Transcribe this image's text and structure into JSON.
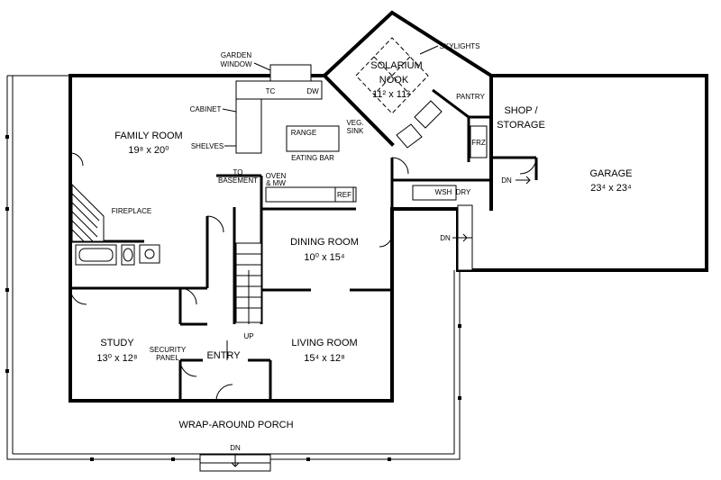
{
  "rooms": {
    "family_room": {
      "name": "FAMILY ROOM",
      "size": "19⁸ x 20⁰"
    },
    "solarium": {
      "name1": "SOLARIUM",
      "name2": "NOOK",
      "size": "11² x 11²"
    },
    "dining": {
      "name": "DINING ROOM",
      "size": "10⁰ x 15⁴"
    },
    "living": {
      "name": "LIVING ROOM",
      "size": "15⁴ x 12⁸"
    },
    "study": {
      "name": "STUDY",
      "size": "13⁰ x 12⁸"
    },
    "entry": {
      "name": "ENTRY"
    },
    "garage": {
      "name": "GARAGE",
      "size": "23⁴ x 23⁴"
    },
    "shop": {
      "name1": "SHOP /",
      "name2": "STORAGE"
    },
    "pantry": {
      "name": "PANTRY"
    },
    "porch": {
      "name": "WRAP-AROUND PORCH"
    }
  },
  "labels": {
    "garden_window_1": "GARDEN",
    "garden_window_2": "WINDOW",
    "skylights": "SKYLIGHTS",
    "cabinet": "CABINET",
    "shelves": "SHELVES",
    "range": "RANGE",
    "veg_sink_1": "VEG.",
    "veg_sink_2": "SINK",
    "eating_bar": "EATING BAR",
    "to_basement_1": "TO",
    "to_basement_2": "BASEMENT",
    "oven_1": "OVEN",
    "oven_2": "& MW",
    "ref": "REF",
    "wsh": "WSH",
    "dry": "DRY",
    "frz": "FRZ",
    "fireplace": "FIREPLACE",
    "security_1": "SECURITY",
    "security_2": "PANEL",
    "up": "UP",
    "dn_garage": "DN",
    "dn_side": "DN",
    "dn_porch": "DN",
    "tc": "TC",
    "dw": "DW"
  }
}
